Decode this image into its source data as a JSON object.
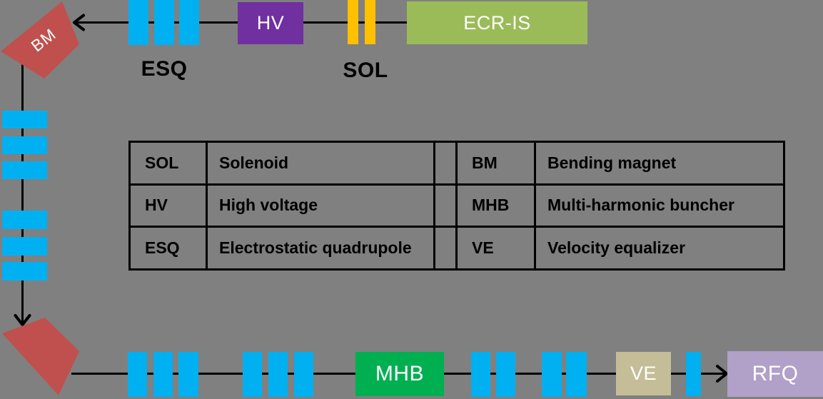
{
  "colors": {
    "background": "#808080",
    "quad_blue": "#00b0f0",
    "sol_orange": "#ffc000",
    "hv_purple": "#7030a0",
    "ecr_green": "#9bbb59",
    "mhb_green": "#00b050",
    "bm_red": "#c0504d",
    "ve_tan": "#c4bd97",
    "rfq_lavender": "#b1a0c7",
    "line_black": "#000000",
    "label_white": "#ffffff"
  },
  "blocks": {
    "ecr_is": "ECR-IS",
    "hv": "HV",
    "mhb": "MHB",
    "ve": "VE",
    "rfq": "RFQ",
    "bm": "BM"
  },
  "labels": {
    "esq": "ESQ",
    "sol": "SOL"
  },
  "legend": {
    "left": [
      {
        "abbr": "SOL",
        "desc": "Solenoid"
      },
      {
        "abbr": "HV",
        "desc": "High voltage"
      },
      {
        "abbr": "ESQ",
        "desc": "Electrostatic quadrupole"
      }
    ],
    "right": [
      {
        "abbr": "BM",
        "desc": "Bending magnet"
      },
      {
        "abbr": "MHB",
        "desc": "Multi-harmonic buncher"
      },
      {
        "abbr": "VE",
        "desc": "Velocity equalizer"
      }
    ]
  }
}
